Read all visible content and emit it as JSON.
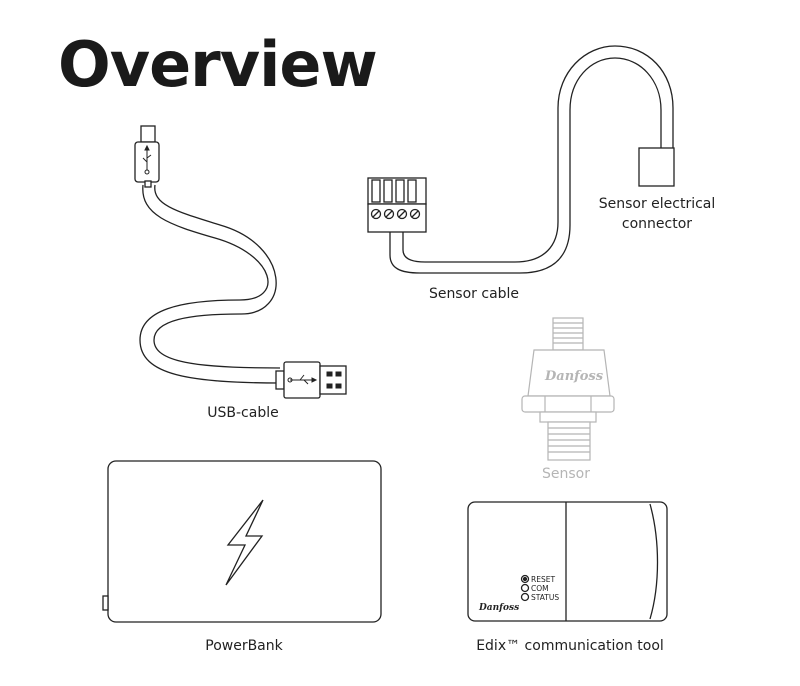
{
  "title": "Overview",
  "labels": {
    "usb_cable": "USB-cable",
    "sensor_cable": "Sensor cable",
    "sensor_connector_line1": "Sensor electrical",
    "sensor_connector_line2": "connector",
    "sensor": "Sensor",
    "powerbank": "PowerBank",
    "edix_tool": "Edix™ communication tool"
  },
  "edix_indicators": [
    "RESET",
    "COM",
    "STATUS"
  ],
  "logo_text": "Danfoss",
  "icons": [
    "micro-usb-plug-icon",
    "usb-a-plug-icon",
    "usb-symbol-icon",
    "terminal-block-icon",
    "lightning-bolt-icon",
    "pressure-sensor-icon"
  ]
}
